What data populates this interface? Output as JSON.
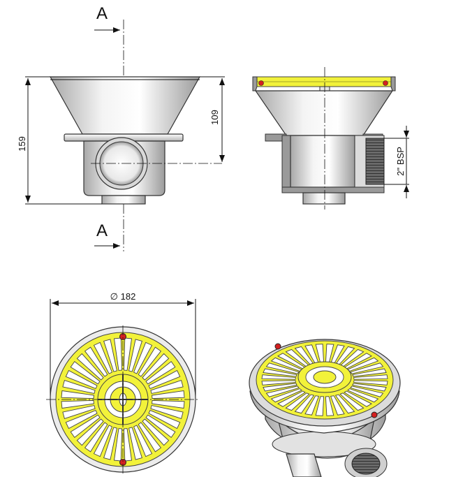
{
  "drawing": {
    "section_marker_top": "A",
    "section_marker_bottom": "A",
    "dim_total_height": "159",
    "dim_body_height": "109",
    "dim_thread": "2'' BSP",
    "dim_diameter": "∅ 182"
  },
  "colors": {
    "grate": "#f2f23a",
    "screw": "#d42020",
    "metal_light": "#ffffff",
    "metal_dark": "#b8b8b8"
  }
}
